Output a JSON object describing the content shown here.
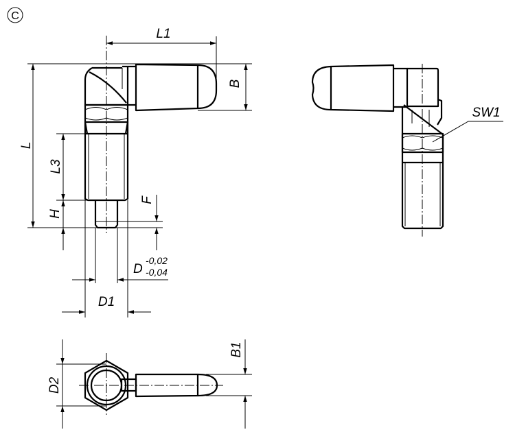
{
  "variant_label": "C",
  "dimensions": {
    "L1": "L1",
    "B": "B",
    "L": "L",
    "L3": "L3",
    "H": "H",
    "F": "F",
    "D": "D",
    "D_tol_upper": "-0,02",
    "D_tol_lower": "-0,04",
    "D1": "D1",
    "SW1": "SW1",
    "D2": "D2",
    "B1": "B1"
  }
}
